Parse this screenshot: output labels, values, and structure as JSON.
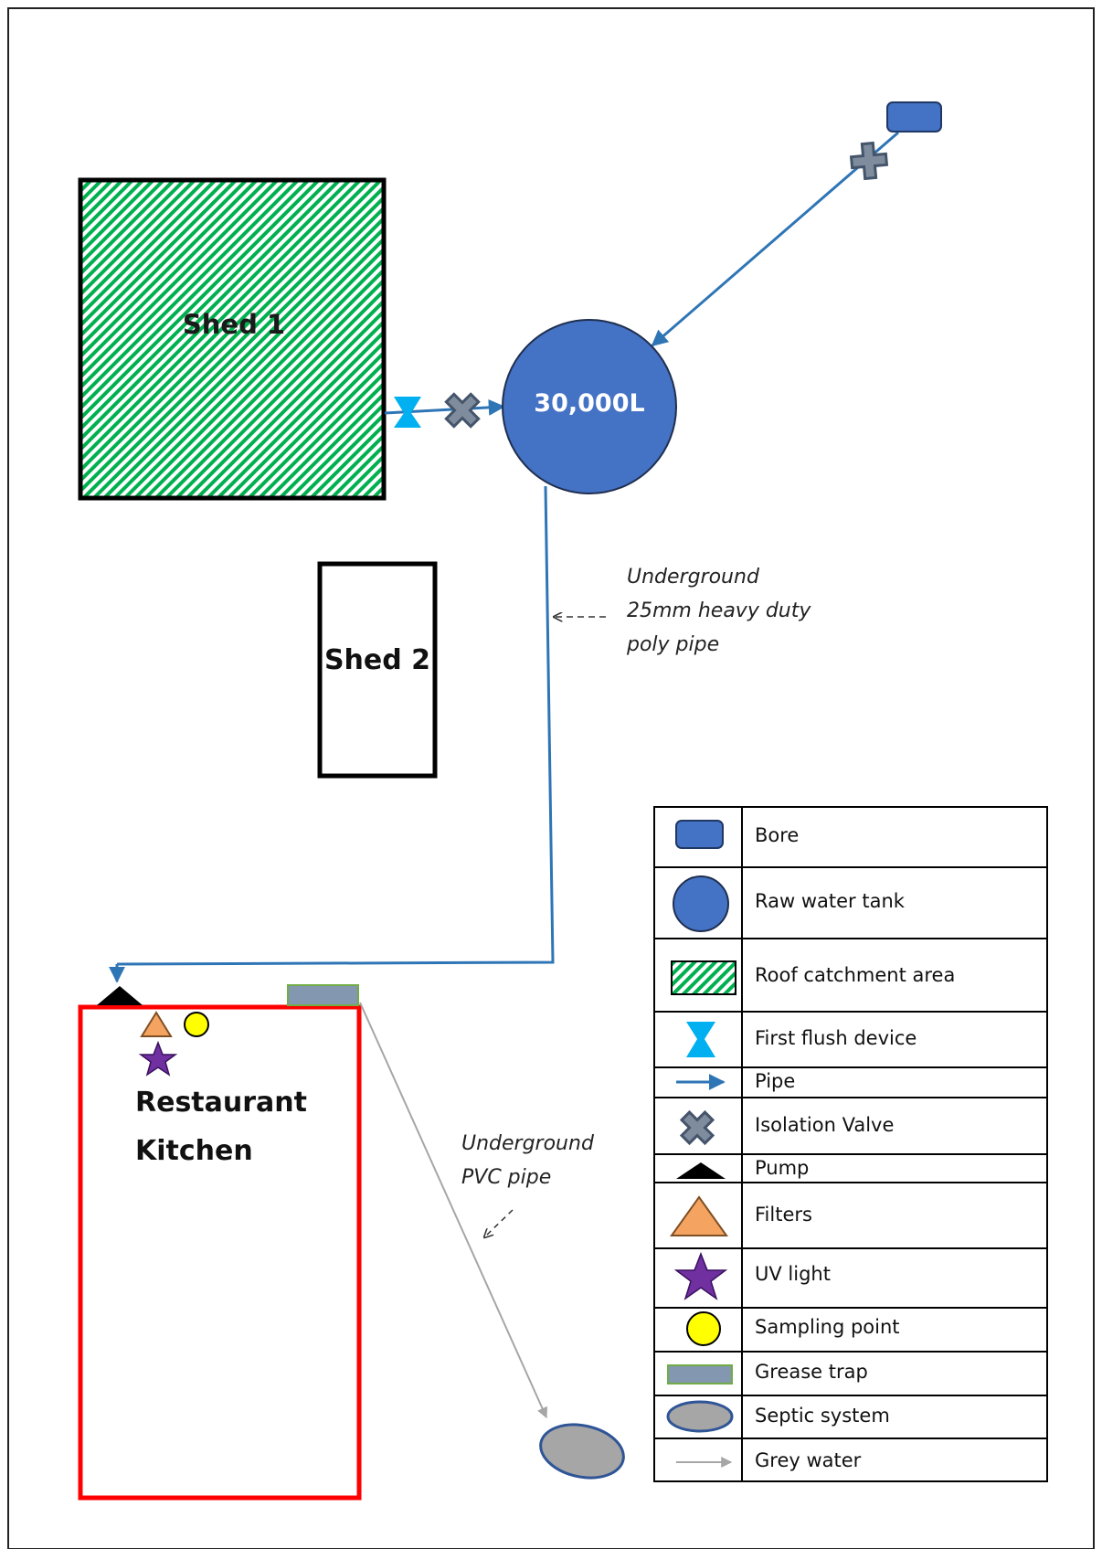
{
  "diagram": {
    "shed1_label": "Shed 1",
    "shed2_label": "Shed 2",
    "tank_label": "30,000L",
    "kitchen_label_line1": "Restaurant",
    "kitchen_label_line2": "Kitchen",
    "underground_poly_note": [
      "Underground",
      "25mm heavy duty",
      "poly pipe"
    ],
    "underground_pvc_note": [
      "Underground",
      "PVC pipe"
    ]
  },
  "legend": [
    {
      "icon": "bore-icon",
      "label": "Bore"
    },
    {
      "icon": "raw-water-tank-icon",
      "label": "Raw water tank"
    },
    {
      "icon": "roof-catchment-icon",
      "label": "Roof catchment area"
    },
    {
      "icon": "first-flush-icon",
      "label": "First flush device"
    },
    {
      "icon": "pipe-arrow-icon",
      "label": "Pipe"
    },
    {
      "icon": "isolation-valve-icon",
      "label": "Isolation Valve"
    },
    {
      "icon": "pump-icon",
      "label": "Pump"
    },
    {
      "icon": "filter-icon",
      "label": "Filters"
    },
    {
      "icon": "uv-light-icon",
      "label": "UV light"
    },
    {
      "icon": "sampling-point-icon",
      "label": "Sampling point"
    },
    {
      "icon": "grease-trap-icon",
      "label": "Grease trap"
    },
    {
      "icon": "septic-system-icon",
      "label": "Septic system"
    },
    {
      "icon": "grey-water-arrow-icon",
      "label": "Grey water"
    }
  ],
  "colors": {
    "water_blue": "#4472C4",
    "pipe_blue": "#2E75B6",
    "hatch_green": "#00B050",
    "first_flush_cyan": "#00B0F0",
    "valve_grey": "#44546A",
    "filter_orange": "#F4A460",
    "uv_purple": "#7030A0",
    "sampling_yellow": "#FFFF00",
    "grease_trap": "#8497B0",
    "septic_grey": "#A6A6A6",
    "kitchen_red": "#FF0000",
    "grey_water": "#A6A6A6"
  }
}
